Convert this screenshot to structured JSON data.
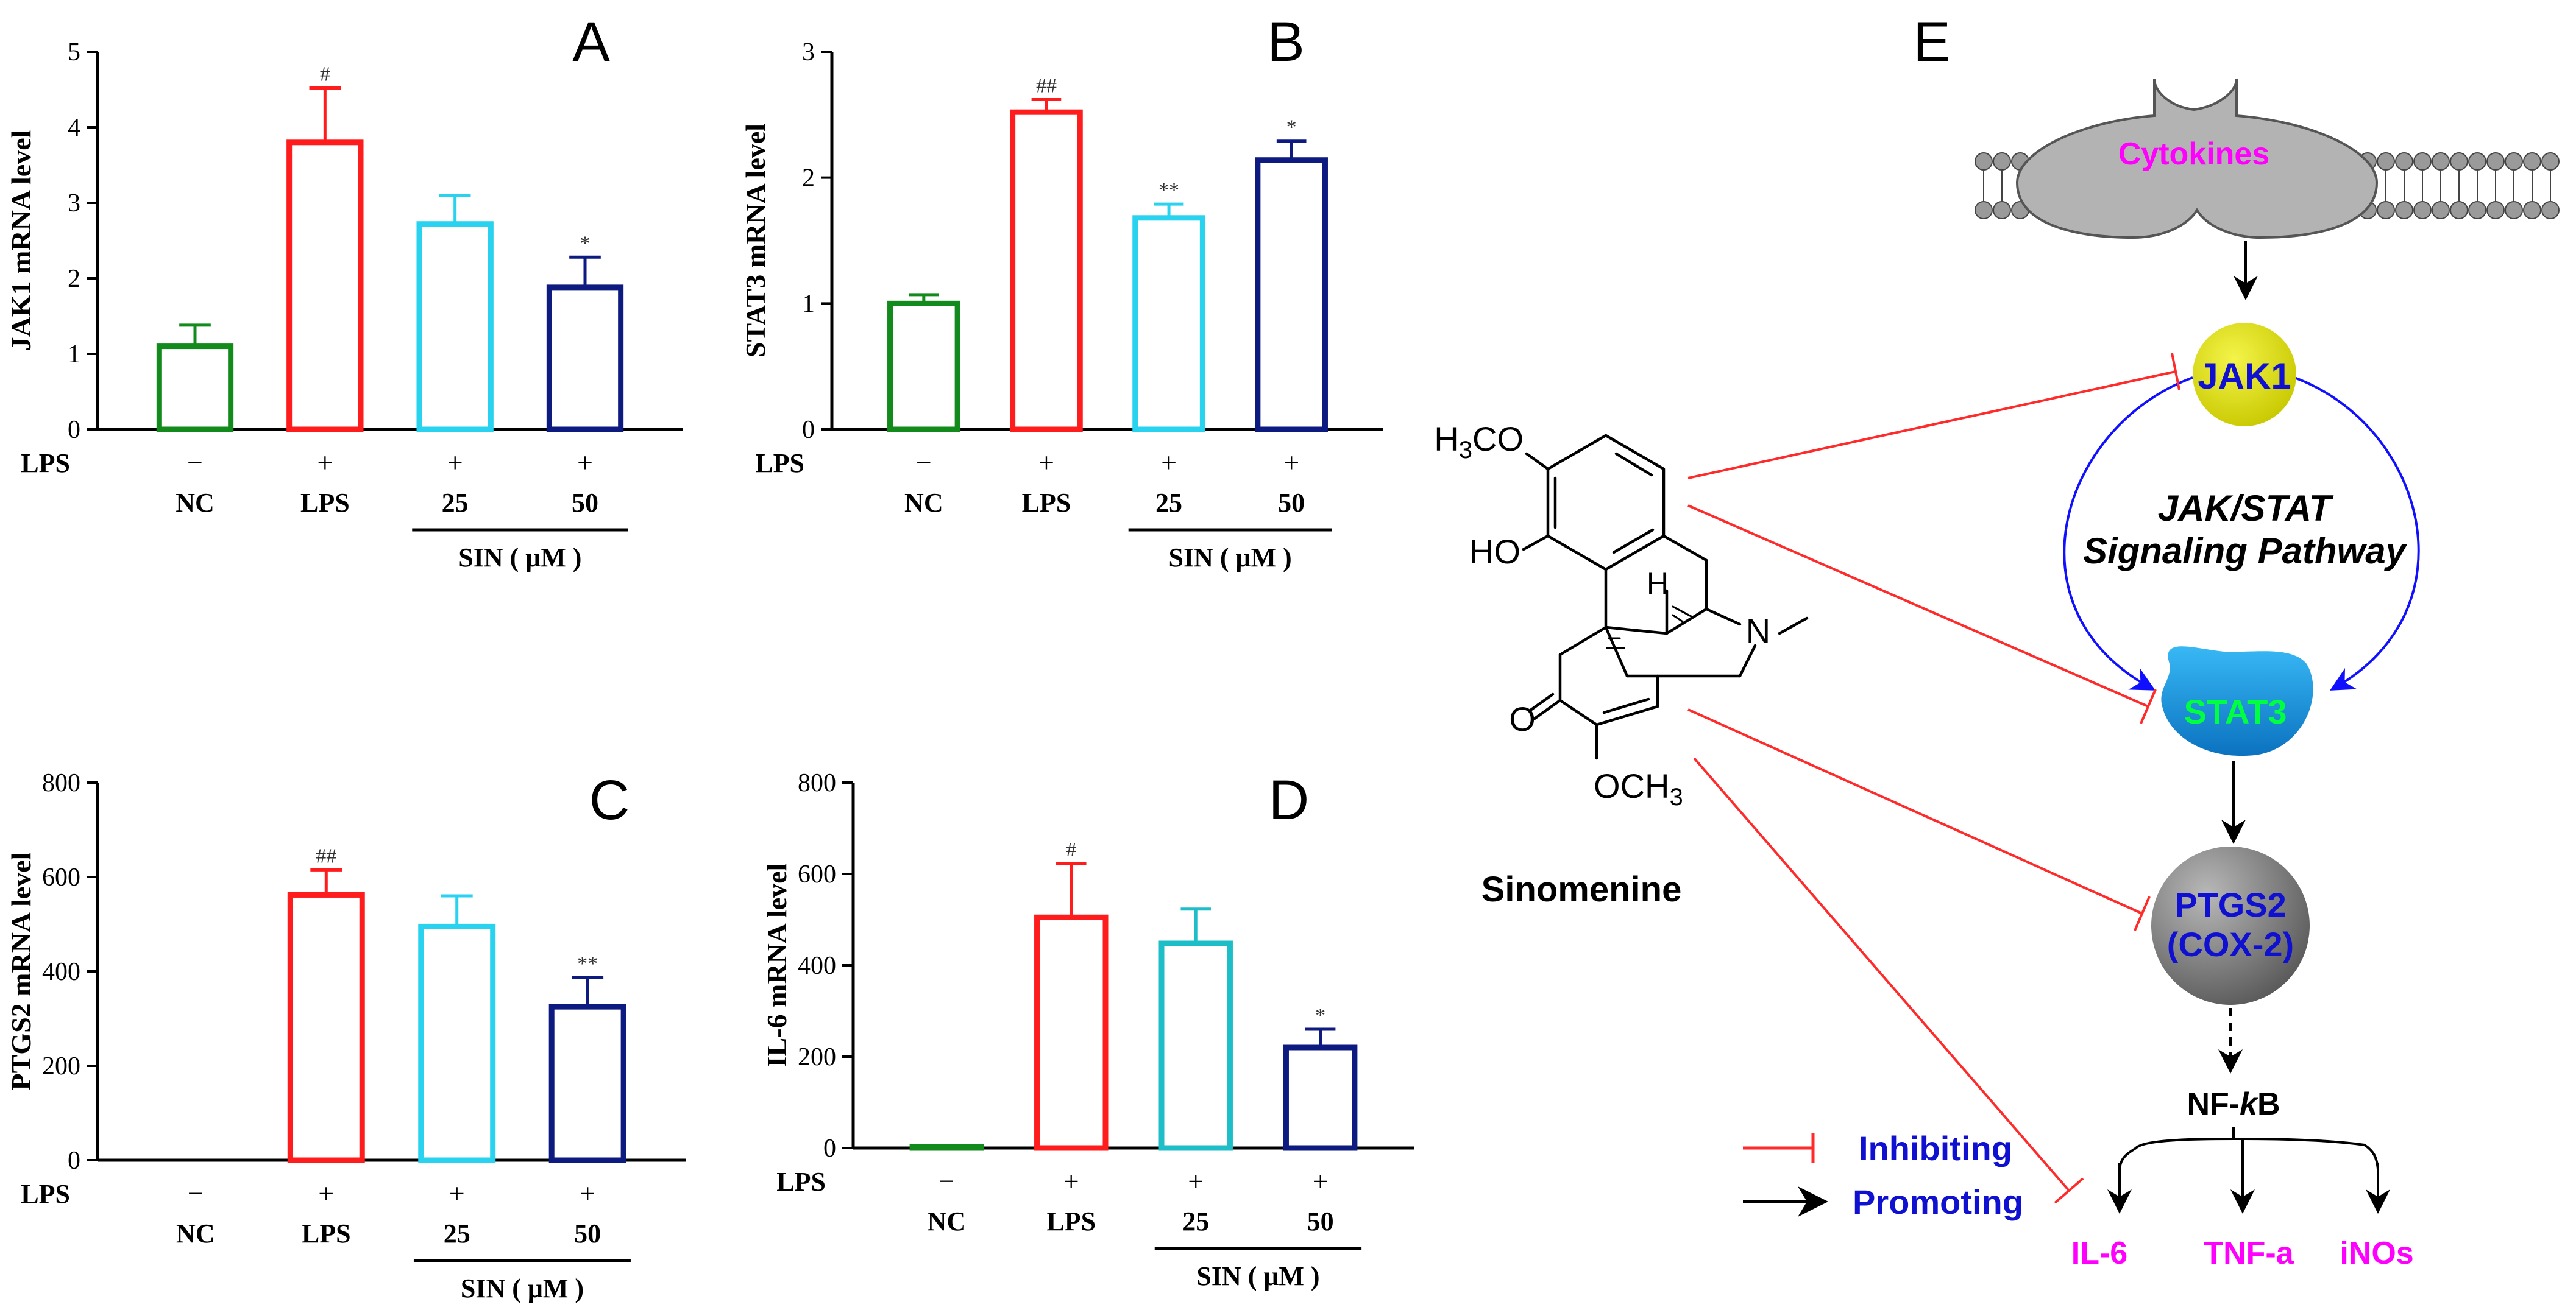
{
  "chart_data": [
    {
      "type": "bar",
      "panel": "A",
      "ylabel": "JAK1  mRNA level",
      "ylim": [
        0,
        5
      ],
      "yticks": [
        0,
        1,
        2,
        3,
        4,
        5
      ],
      "categories": [
        "NC",
        "LPS",
        "25",
        "50"
      ],
      "lps_row_label": "LPS",
      "lps": [
        "−",
        "+",
        "+",
        "+"
      ],
      "values": [
        1.1,
        3.8,
        2.72,
        1.88
      ],
      "errors": [
        0.28,
        0.72,
        0.38,
        0.4
      ],
      "annotations": [
        "",
        "#",
        "",
        "*"
      ],
      "colors": [
        "#138a1c",
        "#ff1c1c",
        "#29d3f0",
        "#0d1a80"
      ],
      "sin_label": "SIN ( μM )"
    },
    {
      "type": "bar",
      "panel": "B",
      "ylabel": "STAT3  mRNA level",
      "ylim": [
        0,
        3
      ],
      "yticks": [
        0,
        1,
        2,
        3
      ],
      "categories": [
        "NC",
        "LPS",
        "25",
        "50"
      ],
      "lps_row_label": "LPS",
      "lps": [
        "−",
        "+",
        "+",
        "+"
      ],
      "values": [
        1.0,
        2.52,
        1.68,
        2.14
      ],
      "errors": [
        0.07,
        0.1,
        0.11,
        0.15
      ],
      "annotations": [
        "",
        "##",
        "**",
        "*"
      ],
      "colors": [
        "#138a1c",
        "#ff1c1c",
        "#29d3f0",
        "#0d1a80"
      ],
      "sin_label": "SIN ( μM )"
    },
    {
      "type": "bar",
      "panel": "C",
      "ylabel": "PTGS2  mRNA level",
      "ylim": [
        0,
        800
      ],
      "yticks": [
        0,
        200,
        400,
        600,
        800
      ],
      "categories": [
        "NC",
        "LPS",
        "25",
        "50"
      ],
      "lps_row_label": "LPS",
      "lps": [
        "−",
        "+",
        "+",
        "+"
      ],
      "values": [
        0,
        562,
        495,
        325
      ],
      "errors": [
        0,
        53,
        65,
        62
      ],
      "annotations": [
        "",
        "##",
        "",
        "**"
      ],
      "colors": [
        "#138a1c",
        "#ff1c1c",
        "#29d3f0",
        "#0d1a80"
      ],
      "sin_label": "SIN ( μM )"
    },
    {
      "type": "bar",
      "panel": "D",
      "ylabel": "IL-6  mRNA level",
      "ylim": [
        0,
        800
      ],
      "yticks": [
        0,
        200,
        400,
        600,
        800
      ],
      "categories": [
        "NC",
        "LPS",
        "25",
        "50"
      ],
      "lps_row_label": "LPS",
      "lps": [
        "−",
        "+",
        "+",
        "+"
      ],
      "values": [
        2,
        505,
        448,
        220
      ],
      "errors": [
        0,
        118,
        75,
        40
      ],
      "annotations": [
        "",
        "#",
        "",
        "*"
      ],
      "colors": [
        "#138a1c",
        "#ff1c1c",
        "#1dbec8",
        "#0d1a80"
      ],
      "sin_label": "SIN ( μM )"
    }
  ],
  "diagram": {
    "panel": "E",
    "cytokines": "Cytokines",
    "jak1": "JAK1",
    "stat3": "STAT3",
    "ptgs2_line1": "PTGS2",
    "ptgs2_line2": "(COX-2)",
    "pathway_line1": "JAK/STAT",
    "pathway_line2": "Signaling Pathway",
    "nfkb_prefix": "NF-",
    "nfkb_k": "k",
    "nfkb_suffix": "B",
    "outputs": [
      "IL-6",
      "TNF-a",
      "iNOs"
    ],
    "legend_inhibiting": "Inhibiting",
    "legend_promoting": "Promoting",
    "compound_name": "Sinomenine",
    "chem_h3co": "H3CO",
    "chem_ho": "HO",
    "chem_o": "O",
    "chem_och3": "OCH3",
    "chem_h": "H",
    "chem_n": "N",
    "colors": {
      "inhibit": "#ff2a2a",
      "promote_arrow": "#000000",
      "cycle": "#1010ff",
      "cytokine_text": "#ff00ff",
      "jak1_fill": "#d9d90a",
      "stat3_fill": "#1496e0",
      "stat3_text": "#00ff40",
      "ptgs2_fill": "#7a7a7a",
      "node_text": "#1010d0",
      "output_text": "#ff00ff"
    }
  }
}
